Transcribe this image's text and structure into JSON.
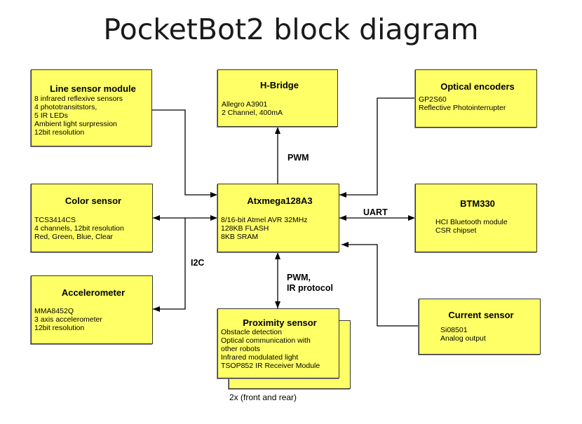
{
  "title": "PocketBot2 block diagram",
  "blocks": {
    "line_sensor": {
      "title": "Line sensor module",
      "lines": [
        "8 infrared reflexive sensors",
        "4 phototransitstors,",
        "5 IR LEDs",
        "Ambient light surpression",
        "12bit resolution"
      ]
    },
    "hbridge": {
      "title": "H-Bridge",
      "lines": [
        "Allegro A3901",
        "2 Channel, 400mA"
      ]
    },
    "optical_encoders": {
      "title": "Optical encoders",
      "lines": [
        "GP2S60",
        "Reflective Photointerrupter"
      ]
    },
    "color_sensor": {
      "title": "Color sensor",
      "lines": [
        "TCS3414CS",
        "4 channels, 12bit resolution",
        "Red, Green, Blue, Clear"
      ]
    },
    "mcu": {
      "title": "Atxmega128A3",
      "lines": [
        "8/16-bit Atmel AVR 32MHz",
        "128KB FLASH",
        "8KB SRAM"
      ]
    },
    "btm330": {
      "title": "BTM330",
      "lines": [
        "HCI Bluetooth module",
        "CSR chipset"
      ]
    },
    "accelerometer": {
      "title": "Accelerometer",
      "lines": [
        "MMA8452Q",
        "3 axis accelerometer",
        "12bit resolution"
      ]
    },
    "proximity": {
      "title": "Proximity sensor",
      "lines": [
        "Obstacle detection",
        "Optical communication with",
        "other robots",
        "Infrared modulated light",
        "TSOP852 IR Receiver Module"
      ],
      "note": "2x (front and rear)"
    },
    "current_sensor": {
      "title": "Current sensor",
      "lines": [
        "Si08501",
        "Analog output"
      ]
    }
  },
  "connections": {
    "pwm_hbridge": "PWM",
    "i2c": "I2C",
    "uart": "UART",
    "pwm_ir": [
      "PWM,",
      "IR protocol"
    ]
  },
  "colors": {
    "block_fill": "#ffff66",
    "border": "#333333"
  }
}
